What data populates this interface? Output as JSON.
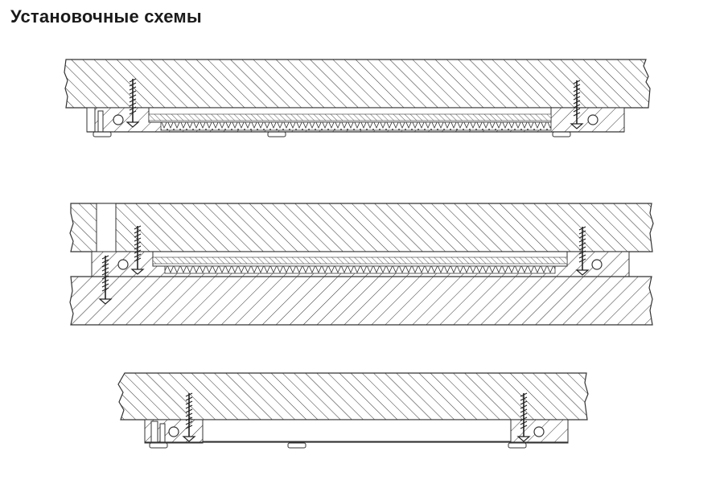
{
  "page": {
    "title": "Установочные схемы"
  },
  "diagrams": [
    {
      "id": "ceiling-mount"
    },
    {
      "id": "gap-mount"
    },
    {
      "id": "surface-mount"
    }
  ],
  "colors": {
    "line": "#333333",
    "background": "#ffffff"
  }
}
